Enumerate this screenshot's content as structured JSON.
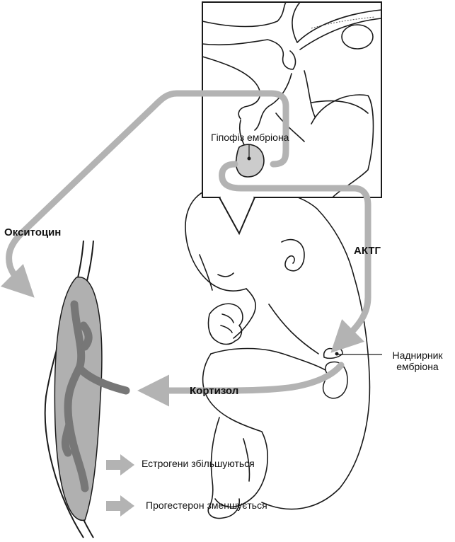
{
  "labels": {
    "pituitary": "Гіпофіз ембріона",
    "acth": "АКТГ",
    "oxytocin": "Окситоцин",
    "cortisol": "Кортизол",
    "adrenal_line1": "Наднирник",
    "adrenal_line2": "ембріона",
    "estrogen": "Естрогени збільшуються",
    "progesterone": "Прогестерон зменшується"
  },
  "colors": {
    "line": "#1a1a1a",
    "arrow": "#b3b3b3",
    "placenta_fill": "#b0b0b0",
    "placenta_vessels": "#777777",
    "gland_fill": "#cccccc"
  }
}
